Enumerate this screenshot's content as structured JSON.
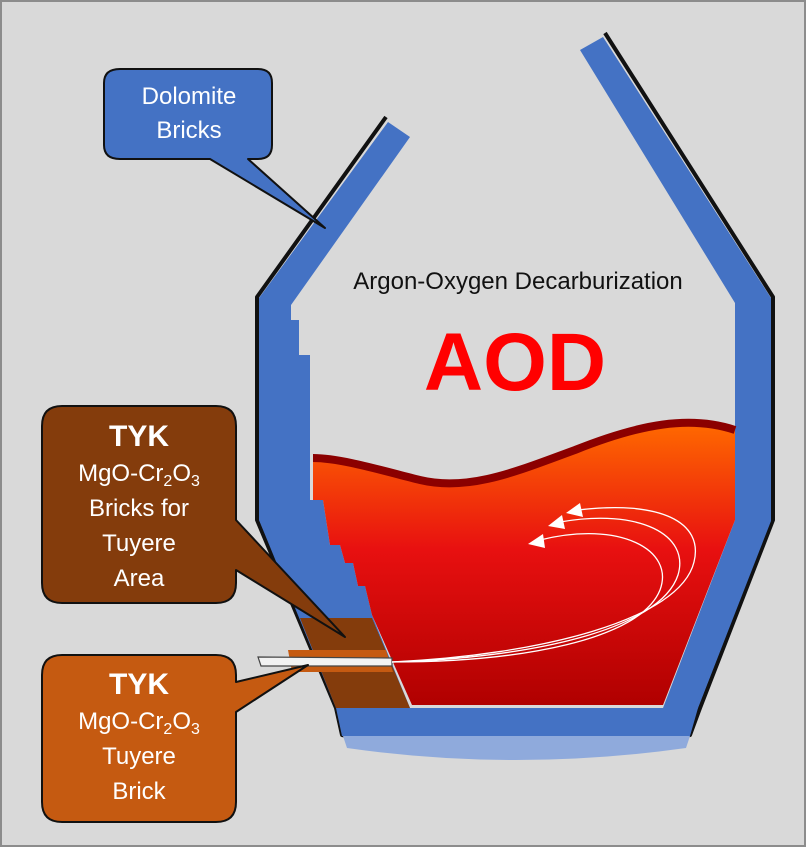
{
  "callouts": {
    "dolomite": {
      "line1": "Dolomite",
      "line2": "Bricks"
    },
    "tuyere_area": {
      "brand": "TYK",
      "formula_a": "MgO-Cr",
      "formula_sub_a": "2",
      "formula_b": "O",
      "formula_sub_b": "3",
      "line1": "Bricks for",
      "line2": "Tuyere",
      "line3": "Area"
    },
    "tuyere_brick": {
      "brand": "TYK",
      "formula_a": "MgO-Cr",
      "formula_sub_a": "2",
      "formula_b": "O",
      "formula_sub_b": "3",
      "line1": "Tuyere",
      "line2": "Brick"
    }
  },
  "vessel": {
    "process_name": "Argon-Oxygen Decarburization",
    "process_abbr": "AOD"
  },
  "colors": {
    "background": "#d9d9d9",
    "dolomite_lining": "#4472c4",
    "vessel_bottom": "#8faadc",
    "tuyere_area_bricks": "#843c0c",
    "tuyere_brick": "#c55a11",
    "melt_top": "#ff6a00",
    "melt_bottom": "#b30000",
    "slag_line": "#8b0000",
    "title_red": "#ff0000"
  }
}
